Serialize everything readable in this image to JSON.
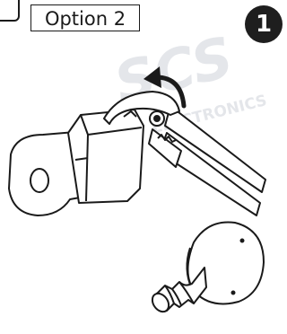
{
  "option_label": "Option 2",
  "step_number": "1",
  "watermark": {
    "text_large": "SCS",
    "text_small": "ELECTRONICS"
  },
  "colors": {
    "ink": "#1a1a1a",
    "part_fill": "#ffffff",
    "watermark": "#e4e6ea"
  }
}
